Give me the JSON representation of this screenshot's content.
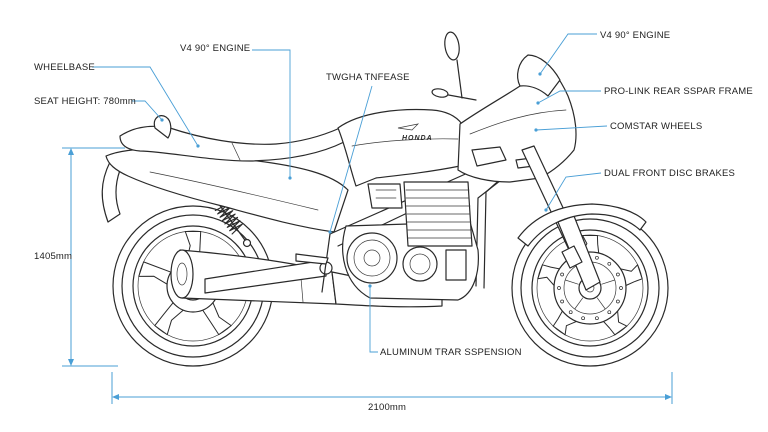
{
  "labels": {
    "engine_top": "V4 90° ENGINE",
    "wheelbase": "WHEELBASE",
    "seat_height": "SEAT HEIGHT: 780mm",
    "frame": "TWGHA TNFEASE",
    "engine_right": "V4 90° ENGINE",
    "rear_frame": "PRO-LINK REAR SSPAR FRAME",
    "wheels": "COMSTAR WHEELS",
    "brakes": "DUAL FRONT DISC BRAKES",
    "suspension": "ALUMINUM TRAR SSPENSION"
  },
  "dimensions": {
    "height": "1405mm",
    "length": "2100mm"
  },
  "tank_logo": "HONDA",
  "colors": {
    "background": "#ffffff",
    "line": "#2a2a2a",
    "annotation": "#4a9fd6"
  }
}
